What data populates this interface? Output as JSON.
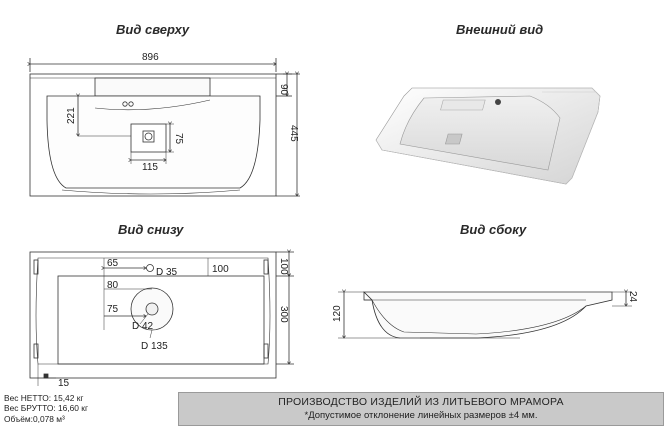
{
  "views": {
    "top": "Вид сверху",
    "exterior": "Внешний вид",
    "bottom": "Вид снизу",
    "side": "Вид сбоку"
  },
  "top_view": {
    "width": "896",
    "depth": "445",
    "back_edge": "90",
    "bowl_depth": "221",
    "drain_h": "75",
    "drain_w": "115"
  },
  "bottom_view": {
    "offset_65": "65",
    "hole_d": "D 35",
    "offset_100": "100",
    "right_100": "100",
    "offset_80": "80",
    "offset_75": "75",
    "drain_d": "D 42",
    "drain_outer_d": "D 135",
    "right_300": "300",
    "edge_15": "15"
  },
  "side_view": {
    "height_total": "120",
    "rim_height": "24"
  },
  "specs": {
    "net": "Вес НЕТТО: 15,42 кг",
    "gross": "Вес БРУТТО: 16,60 кг",
    "volume": "Объём:0,078 м³"
  },
  "banner": {
    "title": "ПРОИЗВОДСТВО ИЗДЕЛИЙ ИЗ ЛИТЬЕВОГО МРАМОРА",
    "note": "*Допустимое отклонение линейных размеров ±4 мм."
  }
}
